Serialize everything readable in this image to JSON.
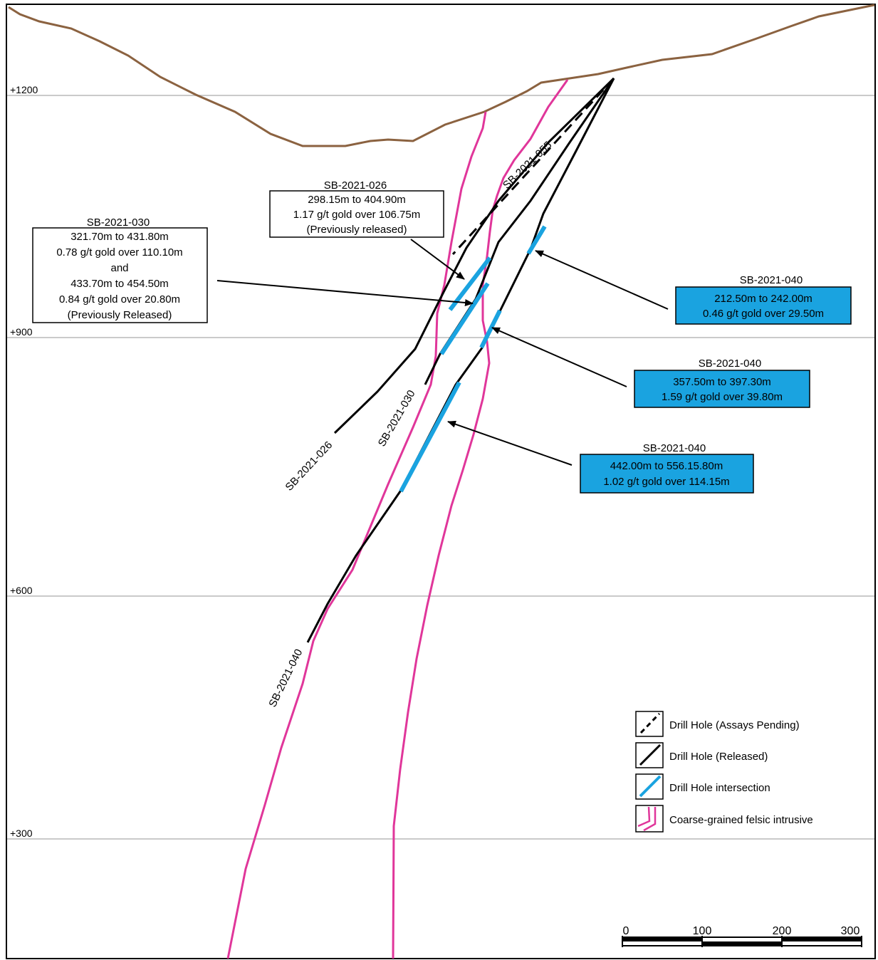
{
  "elevations": [
    "+1200",
    "+900",
    "+600",
    "+300"
  ],
  "drill_holes": {
    "pending": "SB-2021-055",
    "h026": "SB-2021-026",
    "h030": "SB-2021-030",
    "h040": "SB-2021-040"
  },
  "callouts": {
    "c026": {
      "title": "SB-2021-026",
      "lines": [
        "298.15m to 404.90m",
        "1.17 g/t gold over 106.75m",
        "(Previously released)"
      ]
    },
    "c030": {
      "title": "SB-2021-030",
      "lines": [
        "321.70m to 431.80m",
        "0.78 g/t gold over 110.10m",
        "and",
        "433.70m to 454.50m",
        "0.84 g/t gold over 20.80m",
        "(Previously Released)"
      ]
    },
    "c040a": {
      "title": "SB-2021-040",
      "lines": [
        "212.50m to 242.00m",
        "0.46 g/t gold over 29.50m"
      ]
    },
    "c040b": {
      "title": "SB-2021-040",
      "lines": [
        "357.50m to 397.30m",
        "1.59 g/t gold over 39.80m"
      ]
    },
    "c040c": {
      "title": "SB-2021-040",
      "lines": [
        "442.00m to 556.15.80m",
        "1.02 g/t gold over 114.15m"
      ]
    }
  },
  "legend": {
    "pending": "Drill Hole (Assays Pending)",
    "released": "Drill Hole (Released)",
    "intersection": "Drill Hole intersection",
    "intrusive": "Coarse-grained felsic intrusive"
  },
  "scale_bar": {
    "labels": [
      "0",
      "100",
      "200",
      "300"
    ]
  },
  "colors": {
    "topography": "#8b6240",
    "intrusive": "#e0369a",
    "intersection": "#1aa3e0",
    "callout_fill": "#1aa3e0",
    "grid": "#b8b8b8"
  }
}
